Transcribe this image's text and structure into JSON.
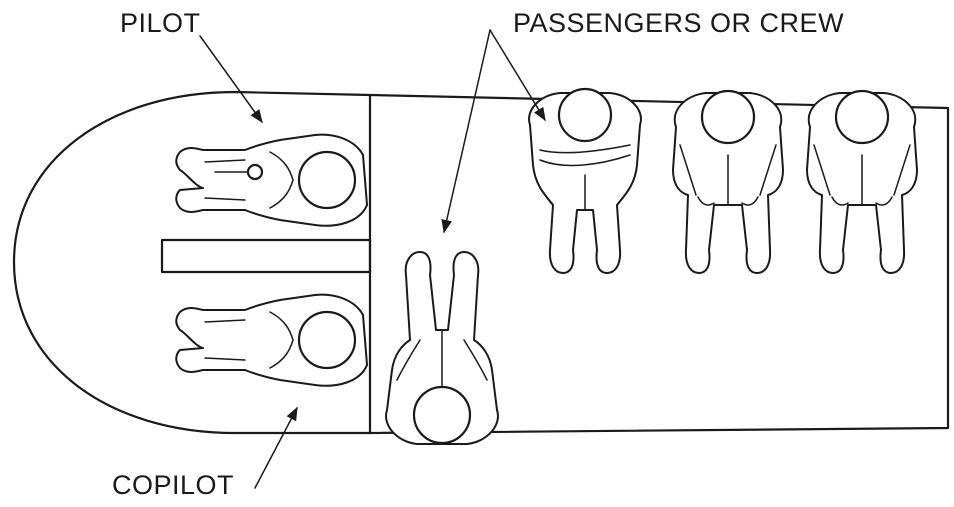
{
  "labels": {
    "pilot": "PILOT",
    "passengers": "PASSENGERS OR CREW",
    "copilot": "COPILOT"
  },
  "colors": {
    "ink": "#1a1a1a",
    "background": "#ffffff"
  }
}
